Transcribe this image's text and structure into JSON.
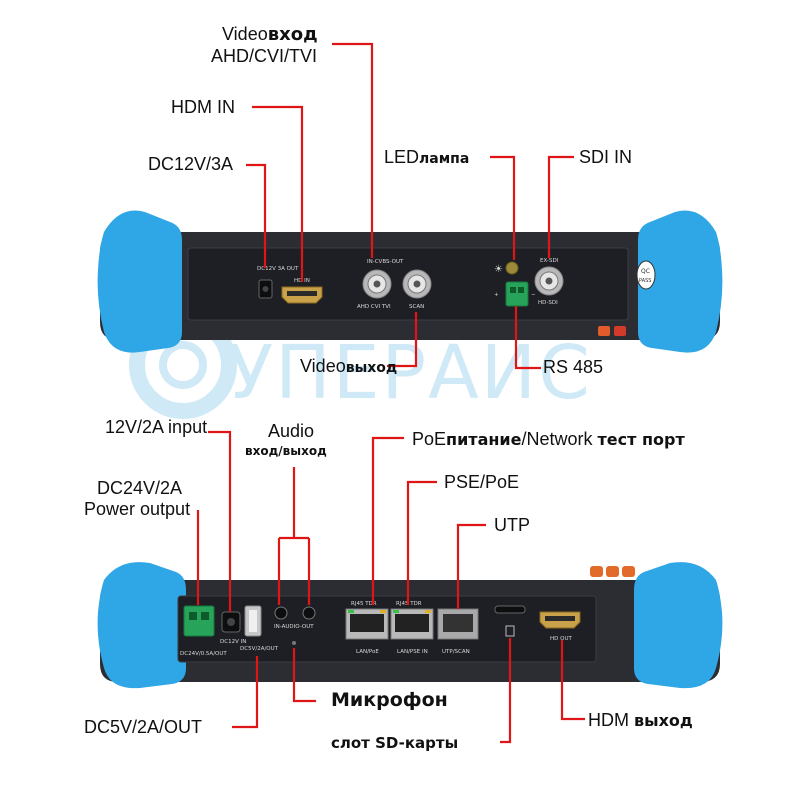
{
  "watermark": "УПЕРАЙС",
  "top_labels": {
    "video_in": {
      "prefix": "Video",
      "suffix": "вход"
    },
    "video_in_formats": "AHD/CVI/TVI",
    "hdmi_in": "HDM IN",
    "dc_in": "DC12V/3A",
    "led": {
      "prefix": "LED",
      "suffix": "лампа"
    },
    "sdi_in": "SDI IN",
    "video_out": {
      "prefix": "Video",
      "suffix": "выход"
    },
    "rs485": "RS 485"
  },
  "bottom_labels": {
    "input_12v": "12V/2A input",
    "audio": "Audio",
    "audio_sub": "вход/выход",
    "poe": {
      "prefix": "PoE",
      "mid": "питание",
      "sep": "/Network ",
      "suffix": "тест порт"
    },
    "pse_poe": "PSE/PoE",
    "dc24_line1": "DC24V/2A",
    "dc24_line2": "Power output",
    "utp": "UTP",
    "dc5v": "DC5V/2A/OUT",
    "microphone": "Микрофон",
    "sd_slot": "слот SD-карты",
    "hdmi_out": {
      "prefix": "HDM ",
      "suffix": "выход"
    }
  },
  "panel_top": {
    "dc_port": "DC12V 3A OUT",
    "hdmi_port": "HD IN",
    "bnc_group": "IN-CVBS-OUT",
    "bnc1": "AHD CVI TVI",
    "bnc2": "SCAN",
    "sdi_port": "EX-SDI",
    "sdi_port2": "HD-SDI",
    "qc_badge_line1": "QC",
    "qc_badge_line2": "PASS"
  },
  "panel_bottom": {
    "terminal": "DC24V/0.5A/OUT",
    "dc_in": "DC12V IN",
    "usb": "DC5V/2A/OUT",
    "audio": "IN-AUDIO-OUT",
    "rj45_1_top": "RJ45 TDR",
    "rj45_2_top": "RJ45 TDR",
    "rj45_1": "LAN/PoE",
    "rj45_2": "LAN/PSE IN",
    "utp_port": "UTP/SCAN",
    "hdmi_out_port": "HD OUT"
  },
  "colors": {
    "leader": "#e01515",
    "bumper": "#2fa6e6",
    "body": "#2b2d33",
    "panel": "#1d1f24",
    "terminal": "#27a35a"
  }
}
